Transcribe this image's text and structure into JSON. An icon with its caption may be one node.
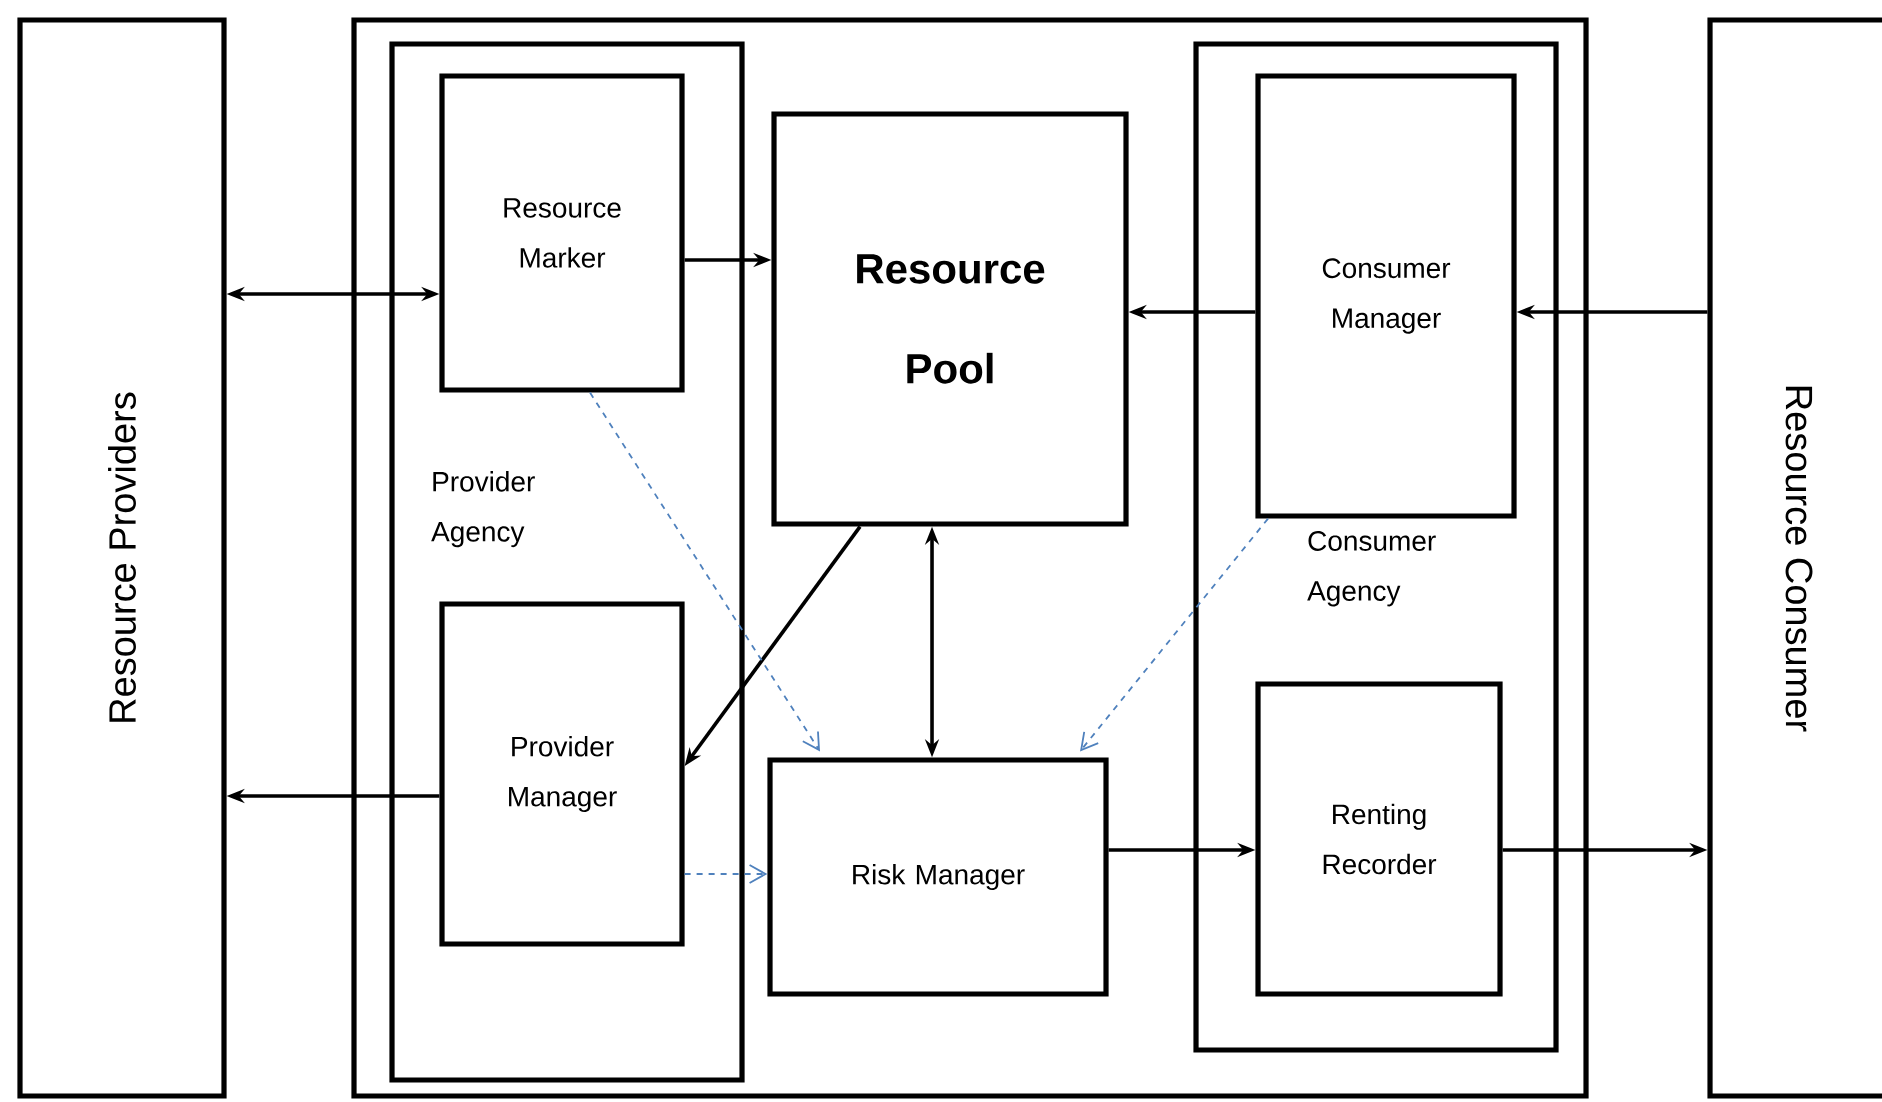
{
  "diagram": {
    "nodes": [
      {
        "text": [
          "Resource Providers"
        ]
      },
      {
        "text": [],
        "shape": "box"
      },
      {
        "text": [
          "Provider Agency"
        ],
        "in": 1
      },
      {
        "text": [
          "Resource Marker"
        ],
        "in": 2
      },
      {
        "text": [
          "Provider Manager"
        ],
        "in": 2
      },
      {
        "text": [
          "Resource Pool"
        ],
        "in": 1
      },
      {
        "text": [
          "Risk Manager"
        ],
        "in": 1
      },
      {
        "text": [
          "Consumer Agency"
        ],
        "in": 1
      },
      {
        "text": [
          "Consumer Manager"
        ],
        "in": 7
      },
      {
        "text": [
          "Renting Recorder"
        ],
        "in": 7
      },
      {
        "text": [
          "Resource Consumer"
        ]
      }
    ],
    "edges": [
      {
        "from": 0,
        "to": 3,
        "arrow": "both"
      },
      {
        "from": 3,
        "to": 5,
        "arrow": "to"
      },
      {
        "from": 8,
        "to": 5,
        "arrow": "to"
      },
      {
        "from": 10,
        "to": 8,
        "arrow": "to"
      },
      {
        "from": 5,
        "to": 4,
        "arrow": "to"
      },
      {
        "from": 5,
        "to": 6,
        "arrow": "both"
      },
      {
        "from": 4,
        "to": 0,
        "arrow": "to"
      },
      {
        "from": 6,
        "to": 9,
        "arrow": "to"
      },
      {
        "from": 9,
        "to": 10,
        "arrow": "to"
      },
      {
        "from": 3,
        "to": 6,
        "arrow": "to",
        "style": "dashed",
        "color": "#4f81bd"
      },
      {
        "from": 8,
        "to": 6,
        "arrow": "to",
        "style": "dashed",
        "color": "#4f81bd"
      },
      {
        "from": 4,
        "to": 6,
        "arrow": "to",
        "style": "dashed",
        "color": "#4f81bd"
      }
    ]
  }
}
